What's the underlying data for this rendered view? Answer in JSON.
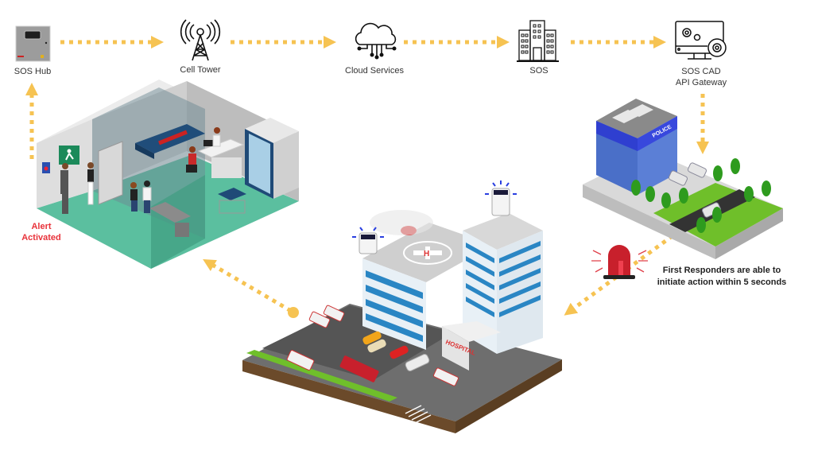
{
  "colors": {
    "arrow": "#f6c352",
    "alert": "#e8323a",
    "floor": "#5bbf9f",
    "police_blue": "#2f3fd0",
    "grass": "#6fbf2a",
    "hospital_blue": "#2a86c4"
  },
  "flow_nodes": [
    {
      "id": "sos-hub",
      "label": "SOS Hub",
      "icon": "sos-hub-device-icon"
    },
    {
      "id": "cell-tower",
      "label": "Cell Tower",
      "icon": "cell-tower-icon"
    },
    {
      "id": "cloud-services",
      "label": "Cloud Services",
      "icon": "cloud-network-icon"
    },
    {
      "id": "sos",
      "label": "SOS",
      "icon": "building-icon"
    },
    {
      "id": "sos-cad",
      "label": "SOS CAD",
      "label2": "API Gateway",
      "icon": "monitor-gears-icon"
    }
  ],
  "scenes": {
    "room": {
      "alert_line1": "Alert",
      "alert_line2": "Activated",
      "sign": "exit-sign"
    },
    "police": {
      "sign": "POLICE"
    },
    "hospital": {
      "sign": "HOSPITAL",
      "helipad": "H"
    },
    "responders": {
      "line1": "First Responders are able to",
      "line2": "initiate action within 5 seconds",
      "icon": "siren-icon"
    }
  }
}
